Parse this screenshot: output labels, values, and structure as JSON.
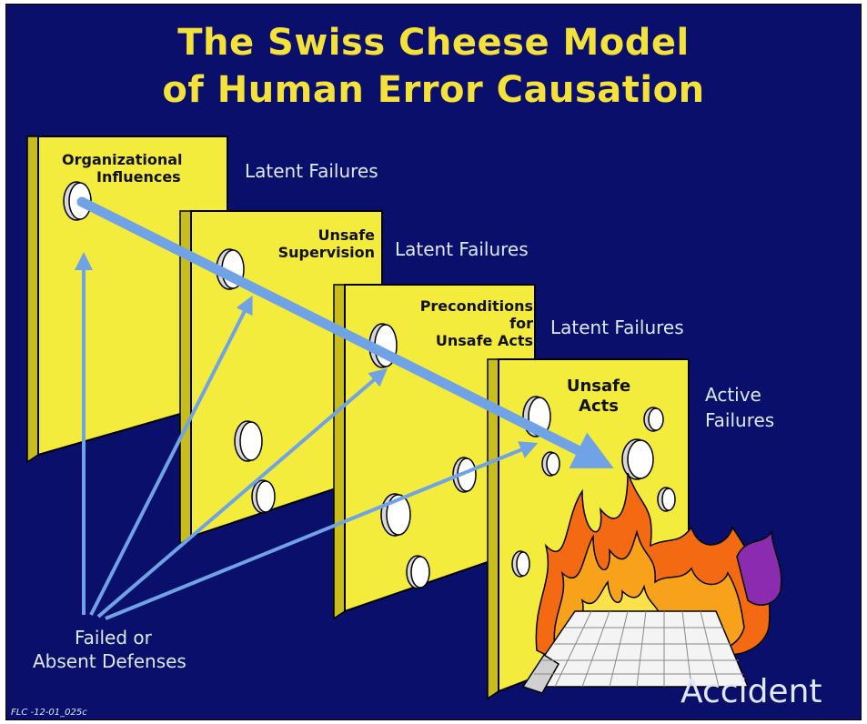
{
  "title": {
    "line1": "The Swiss Cheese Model",
    "line2": "of Human Error Causation"
  },
  "layers": [
    {
      "label": "Organizational Influences",
      "label_lines": [
        "Organizational",
        "Influences"
      ],
      "failure": "Latent Failures"
    },
    {
      "label": "Unsafe Supervision",
      "label_lines": [
        "Unsafe",
        "Supervision"
      ],
      "failure": "Latent Failures"
    },
    {
      "label": "Preconditions for Unsafe Acts",
      "label_lines": [
        "Preconditions",
        "for",
        "Unsafe Acts"
      ],
      "failure": "Latent Failures"
    },
    {
      "label": "Unsafe Acts",
      "label_lines": [
        "Unsafe",
        "Acts"
      ],
      "failure_lines": [
        "Active",
        "Failures"
      ]
    }
  ],
  "defenses_label": [
    "Failed or",
    "Absent Defenses"
  ],
  "outcome": "Accident",
  "figure_code": "FLC -12-01_025c",
  "colors": {
    "background": "#0a0f6b",
    "cheese": "#f4ec3c",
    "title": "#f4e23a",
    "arrow": "#6fa3e6",
    "label_text": "#dfe8ff"
  }
}
